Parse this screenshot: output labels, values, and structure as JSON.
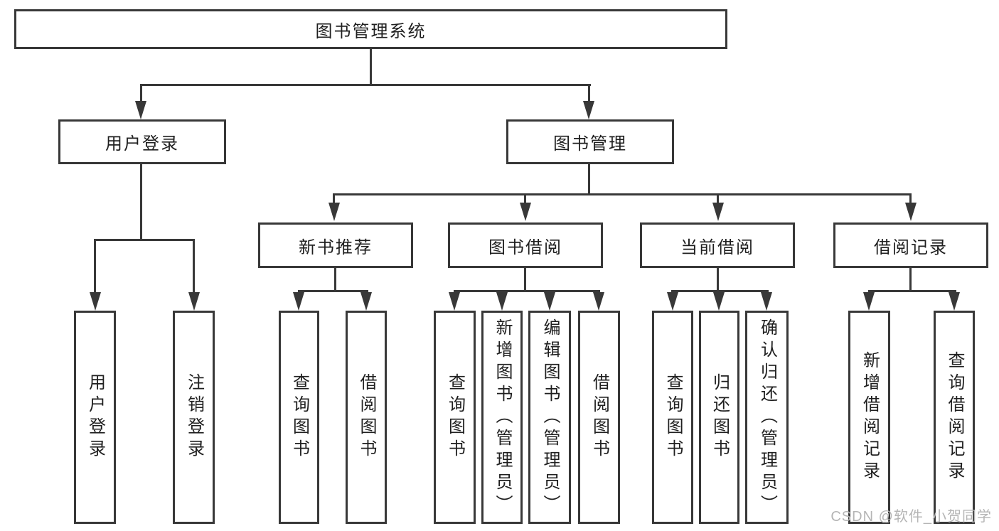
{
  "tree": {
    "root": "图书管理系统",
    "branches": [
      {
        "label": "用户登录",
        "children": [
          "用户登录",
          "注销登录"
        ]
      },
      {
        "label": "图书管理",
        "children": [
          {
            "label": "新书推荐",
            "children": [
              "查询图书",
              "借阅图书"
            ]
          },
          {
            "label": "图书借阅",
            "children": [
              "查询图书",
              "新增图书（管理员）",
              "编辑图书（管理员）",
              "借阅图书"
            ]
          },
          {
            "label": "当前借阅",
            "children": [
              "查询图书",
              "归还图书",
              "确认归还（管理员）"
            ]
          },
          {
            "label": "借阅记录",
            "children": [
              "新增借阅记录",
              "查询借阅记录"
            ]
          }
        ]
      }
    ]
  },
  "watermark": "CSDN @软件_小贺同学",
  "colors": {
    "line": "#383838",
    "text": "#1f1f1f",
    "watermark": "#b5b5b5",
    "background": "#ffffff"
  }
}
